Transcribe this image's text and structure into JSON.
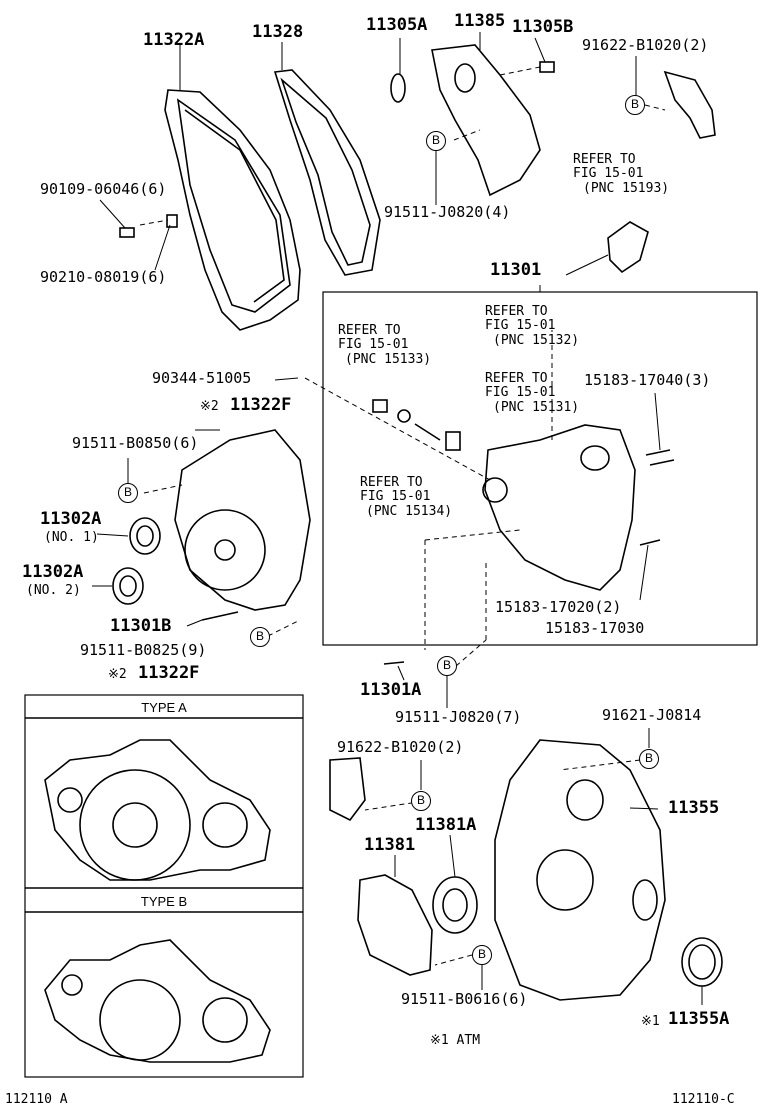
{
  "parts": {
    "p11322A": "11322A",
    "p11328": "11328",
    "p11305A": "11305A",
    "p11385": "11385",
    "p11305B": "11305B",
    "p91622_B1020_top": "91622-B1020(2)",
    "p90109": "90109-06046(6)",
    "p90210": "90210-08019(6)",
    "p91511_J0820_4": "91511-J0820(4)",
    "p11301": "11301",
    "p90344": "90344-51005",
    "p11322F": "11322F",
    "p91511_B0850": "91511-B0850(6)",
    "p11302A_1": "11302A",
    "p11302A_2": "11302A",
    "no1": "(NO. 1)",
    "no2": "(NO. 2)",
    "p11301B": "11301B",
    "p91511_B0825": "91511-B0825(9)",
    "p15183_17040": "15183-17040(3)",
    "p15183_17020": "15183-17020(2)",
    "p15183_17030": "15183-17030",
    "p11301A": "11301A",
    "p91511_J0820_7": "91511-J0820(7)",
    "p91621_J0814": "91621-J0814",
    "p91622_B1020_bot": "91622-B1020(2)",
    "p11355": "11355",
    "p11381A": "11381A",
    "p11381": "11381",
    "p91511_B0616": "91511-B0616(6)",
    "p11355A": "11355A",
    "p11322F_bottom": "11322F"
  },
  "refs": {
    "r15193_l1": "REFER TO",
    "r15193_l2": "FIG 15-01",
    "r15193_l3": "(PNC 15193)",
    "r15133_l1": "REFER TO",
    "r15133_l2": "FIG 15-01",
    "r15133_l3": "(PNC 15133)",
    "r15132_l1": "REFER TO",
    "r15132_l2": "FIG 15-01",
    "r15132_l3": "(PNC 15132)",
    "r15131_l1": "REFER TO",
    "r15131_l2": "FIG 15-01",
    "r15131_l3": "(PNC 15131)",
    "r15134_l1": "REFER TO",
    "r15134_l2": "FIG 15-01",
    "r15134_l3": "(PNC 15134)"
  },
  "marks": {
    "mark2": "※2",
    "mark1": "※1",
    "mark1_atm": "※1 ATM",
    "badge_letter": "B"
  },
  "types": {
    "type_a": "TYPE A",
    "type_b": "TYPE B"
  },
  "footer": {
    "left": "112110 A",
    "right": "112110-C"
  }
}
